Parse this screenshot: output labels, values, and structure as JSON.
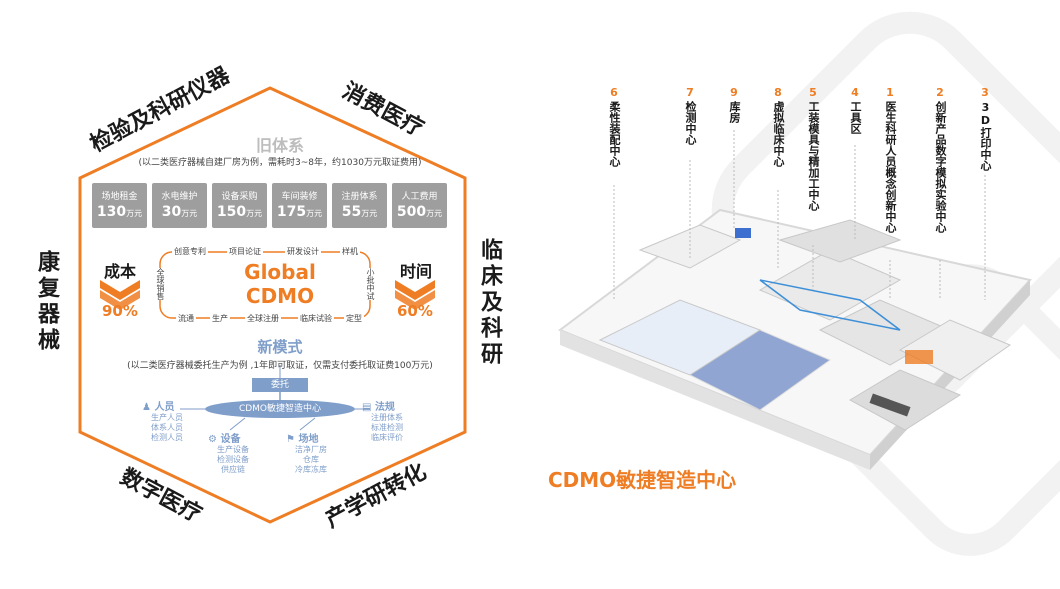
{
  "hexagon": {
    "corner_labels": {
      "top_left": "检验及科研仪器",
      "top_right": "消费医疗",
      "left": "康复器械",
      "right": "临床及科研",
      "bottom_left": "数字医疗",
      "bottom_right": "产学研转化"
    },
    "old_system": {
      "title": "旧体系",
      "subtitle": "(以二类医疗器械自建厂房为例，需耗时3~8年，约1030万元取证费用)",
      "costs": [
        {
          "name": "场地租金",
          "value": "130",
          "unit": "万元"
        },
        {
          "name": "水电维护",
          "value": "30",
          "unit": "万元"
        },
        {
          "name": "设备采购",
          "value": "150",
          "unit": "万元"
        },
        {
          "name": "车间装修",
          "value": "175",
          "unit": "万元"
        },
        {
          "name": "注册体系",
          "value": "55",
          "unit": "万元"
        },
        {
          "name": "人工费用",
          "value": "500",
          "unit": "万元"
        }
      ]
    },
    "cost": {
      "label": "成本",
      "pct": "90%"
    },
    "time": {
      "label": "时间",
      "pct": "60%"
    },
    "center": {
      "line1": "Global",
      "line2": "CDMO"
    },
    "loop_top": [
      "创意专利",
      "项目论证",
      "研发设计",
      "样机"
    ],
    "loop_bottom": [
      "流通",
      "生产",
      "全球注册",
      "临床试验",
      "定型"
    ],
    "loop_left": "全球销售",
    "loop_right": "小批中试",
    "new_mode": {
      "title": "新模式",
      "subtitle": "(以二类医疗器械委托生产为例 ,1年即可取证，仅需支付委托取证费100万元)",
      "trust": "委托",
      "center_label": "CDMO敏捷智造中心"
    },
    "resources": {
      "people": {
        "title": "人员",
        "items": [
          "生产人员",
          "体系人员",
          "检测人员"
        ]
      },
      "regulation": {
        "title": "法规",
        "items": [
          "注册体系",
          "标准检测",
          "临床评价"
        ]
      },
      "equipment": {
        "title": "设备",
        "items": [
          "生产设备",
          "检测设备",
          "供应链"
        ]
      },
      "site": {
        "title": "场地",
        "items": [
          "洁净厂房",
          "仓库",
          "冷库冻库"
        ]
      }
    }
  },
  "factory": {
    "columns": [
      {
        "num": "6",
        "text": "柔性装配中心"
      },
      {
        "num": "7",
        "text": "检测中心"
      },
      {
        "num": "9",
        "text": "库房"
      },
      {
        "num": "8",
        "text": "虚拟临床中心"
      },
      {
        "num": "5",
        "text": "工装模具与精加工中心"
      },
      {
        "num": "4",
        "text": "工具区"
      },
      {
        "num": "1",
        "text": "医生科研人员概念创新中心"
      },
      {
        "num": "2",
        "text": "创新产品数字模拟实验中心"
      },
      {
        "num": "3",
        "text": "3D打印中心"
      }
    ],
    "caption": "CDMO敏捷智造中心"
  },
  "colors": {
    "accent": "#ee7d24",
    "blue": "#7f9ec9",
    "gray_box": "#9e9e9e"
  }
}
